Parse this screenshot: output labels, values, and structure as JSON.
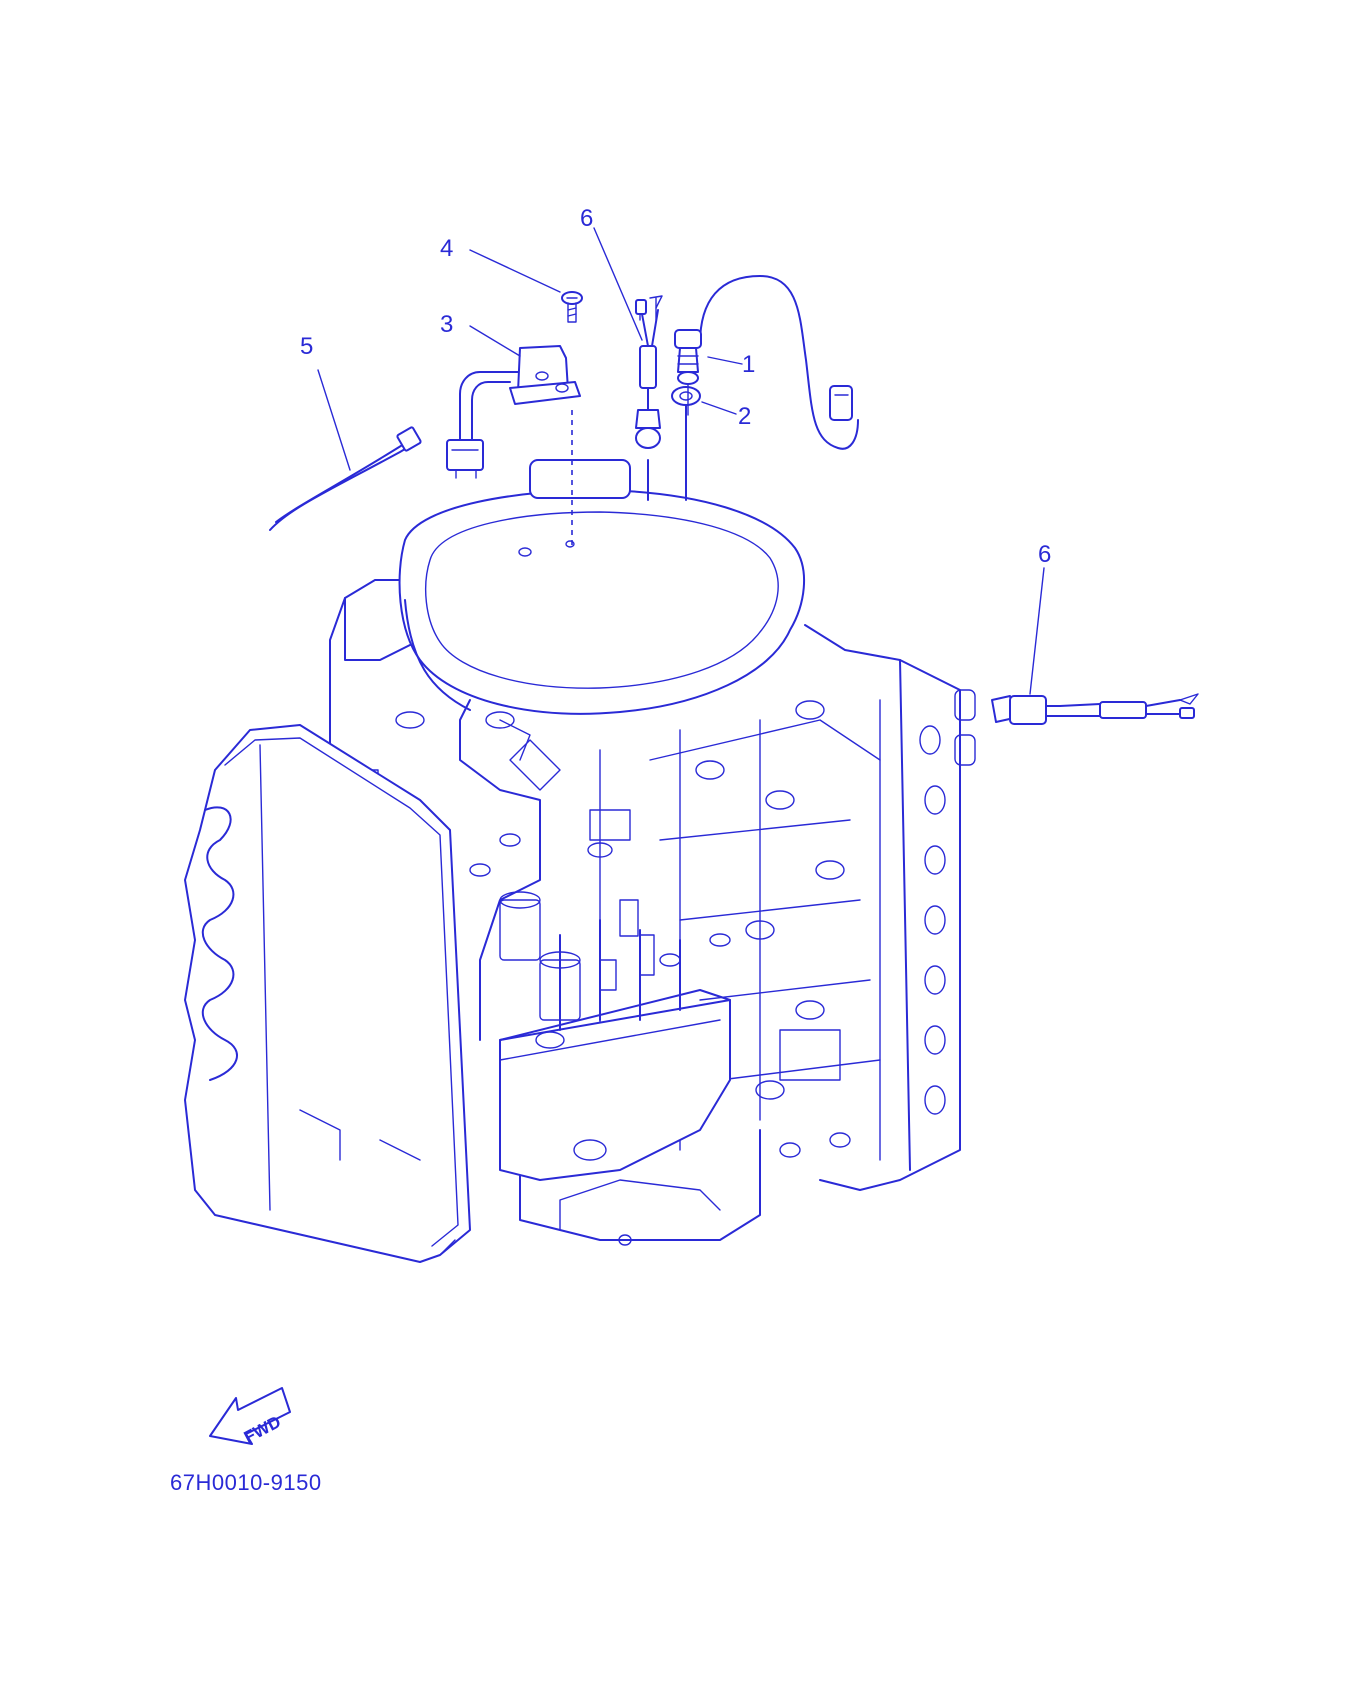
{
  "diagram": {
    "callouts": {
      "c1": "1",
      "c2": "2",
      "c3": "3",
      "c4": "4",
      "c5": "5",
      "c6_top": "6",
      "c6_right": "6"
    },
    "fwd_label": "FWD",
    "part_number": "67H0010-9150",
    "line_color": "#2a2ad6"
  }
}
